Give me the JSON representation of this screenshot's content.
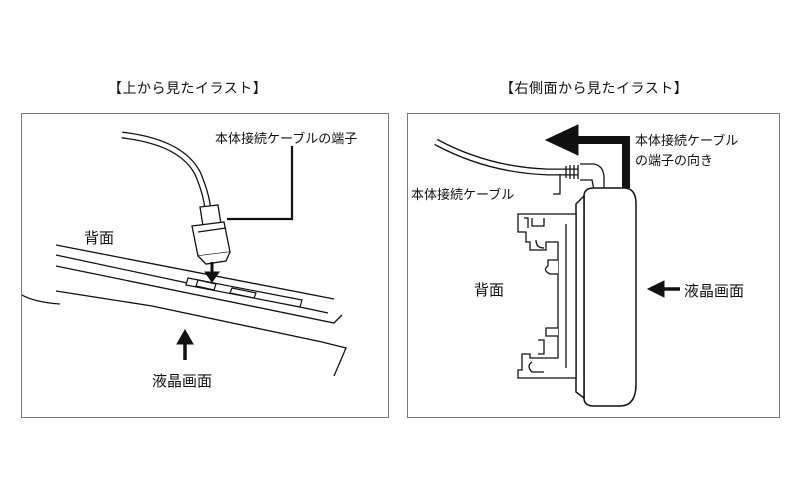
{
  "captions": {
    "left": "【上から見たイラスト】",
    "right": "【右側面から見たイラスト】"
  },
  "left_panel": {
    "cable_end_label": "本体接続ケーブルの端子",
    "back_label": "背面",
    "lcd_label": "液晶画面"
  },
  "right_panel": {
    "cable_end_direction_line1": "本体接続ケーブル",
    "cable_end_direction_line2": "の端子の向き",
    "cable_label": "本体接続ケーブル",
    "back_label": "背面",
    "lcd_label": "液晶画面"
  }
}
